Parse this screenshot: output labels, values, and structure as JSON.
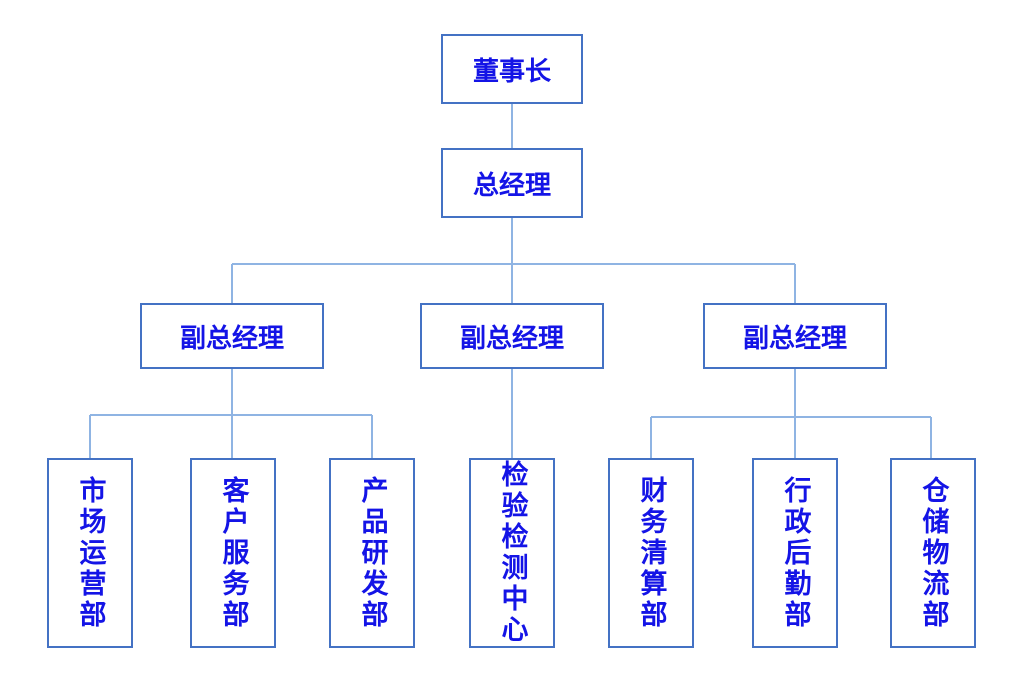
{
  "diagram": {
    "type": "org-chart",
    "colors": {
      "box_border": "#4472C4",
      "connector": "#8FB4E3",
      "label_text": "#1414E6",
      "background": "#FFFFFF"
    },
    "nodes": {
      "chairman": "董事长",
      "general_manager": "总经理",
      "deputy_general_managers": [
        "副总经理",
        "副总经理",
        "副总经理"
      ],
      "departments": [
        "市场运营部",
        "客户服务部",
        "产品研发部",
        "检验检测中心",
        "财务清算部",
        "行政后勤部",
        "仓储物流部"
      ]
    }
  }
}
